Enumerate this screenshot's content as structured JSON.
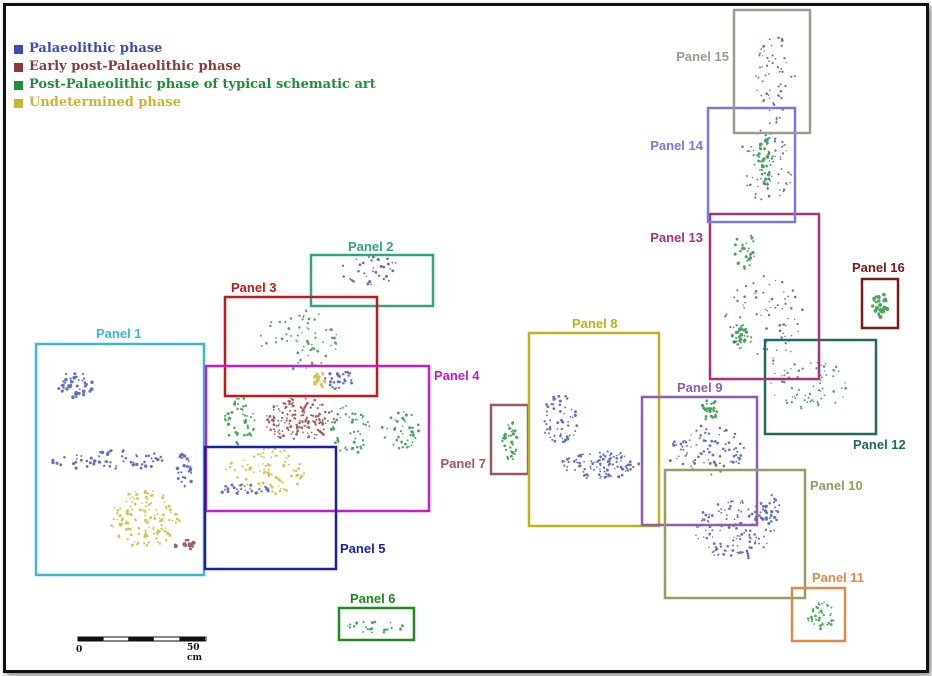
{
  "legend": [
    {
      "label": "Palaeolithic phase",
      "color": "#3d4cb5"
    },
    {
      "label": "Early post-Palaeolithic phase",
      "color": "#8b3a3a"
    },
    {
      "label": "Post-Palaeolithic phase of typical schematic art",
      "color": "#1f8f3a"
    },
    {
      "label": "Undetermined phase",
      "color": "#c9b62e"
    }
  ],
  "scale": {
    "start_label": "0",
    "end_label": "50 cm"
  },
  "panels": [
    {
      "label": "Panel 1",
      "color": "#3bb7d6"
    },
    {
      "label": "Panel 2",
      "color": "#34a383"
    },
    {
      "label": "Panel 3",
      "color": "#c01a1a"
    },
    {
      "label": "Panel 4",
      "color": "#c21fc2"
    },
    {
      "label": "Panel 5",
      "color": "#1b1fa8"
    },
    {
      "label": "Panel 6",
      "color": "#1f8a1f"
    },
    {
      "label": "Panel 7",
      "color": "#9a5a5a"
    },
    {
      "label": "Panel 8",
      "color": "#b9b51c"
    },
    {
      "label": "Panel 9",
      "color": "#8a5fb0"
    },
    {
      "label": "Panel 10",
      "color": "#8fa060"
    },
    {
      "label": "Panel 11",
      "color": "#e08a4a"
    },
    {
      "label": "Panel 12",
      "color": "#1f6a5a"
    },
    {
      "label": "Panel 13",
      "color": "#a8327a"
    },
    {
      "label": "Panel 14",
      "color": "#7a78d8"
    },
    {
      "label": "Panel 15",
      "color": "#9b9b8e"
    },
    {
      "label": "Panel 16",
      "color": "#7a1a1a"
    }
  ]
}
